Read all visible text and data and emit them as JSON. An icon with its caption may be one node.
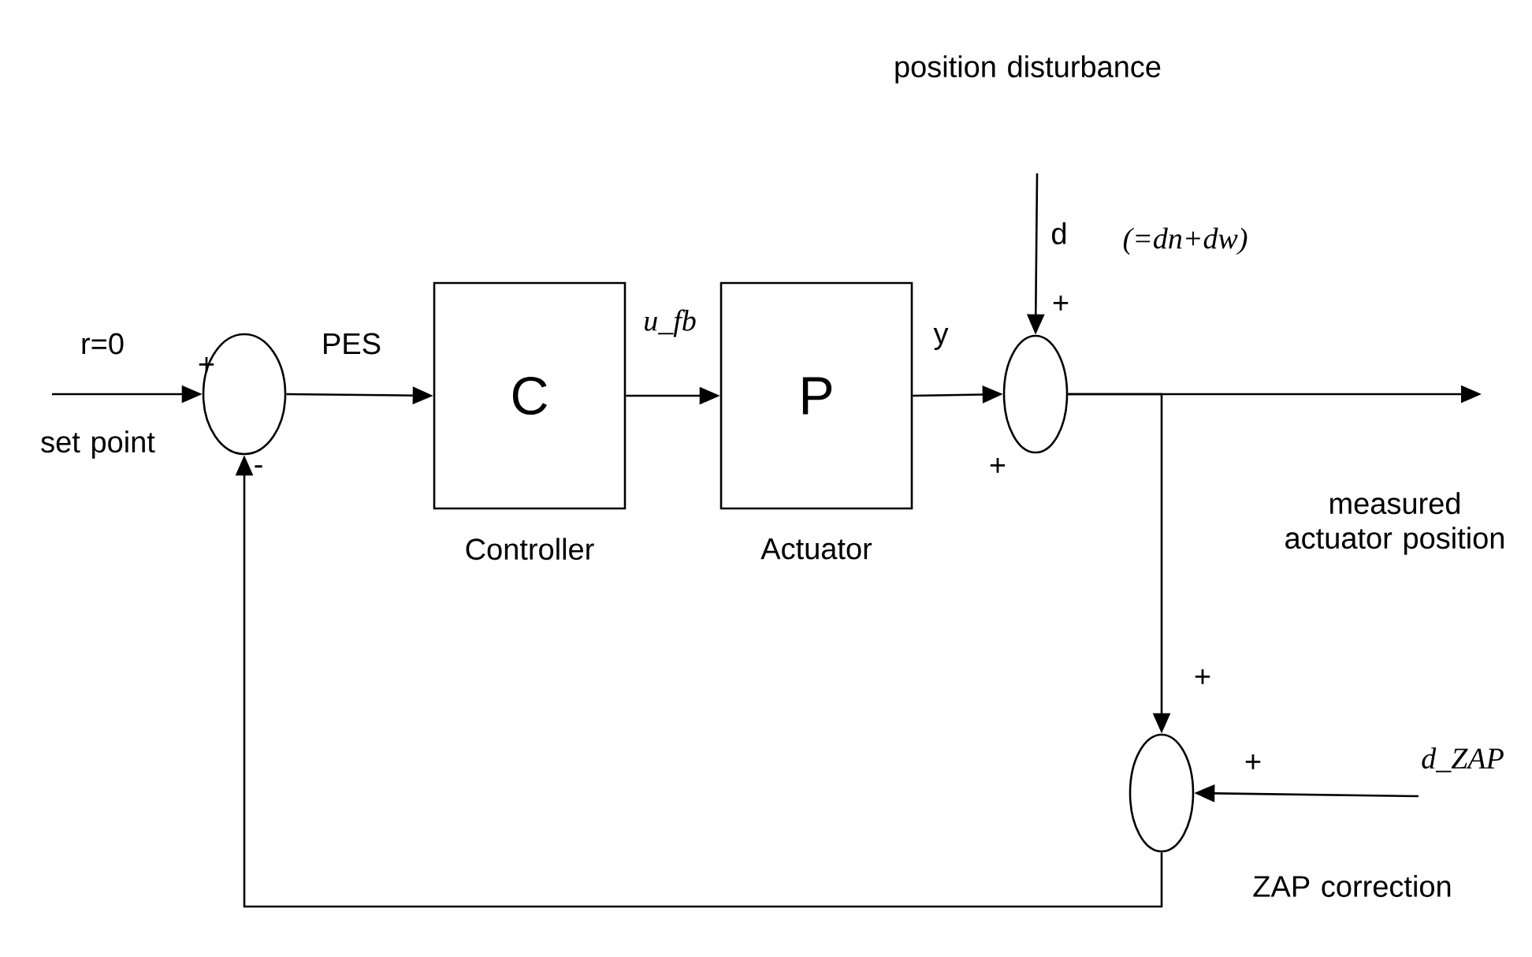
{
  "diagram": {
    "nodes": [
      {
        "text": [],
        "shape": "circle"
      },
      {
        "text": [
          "C"
        ],
        "beside": [
          "Controller"
        ]
      },
      {
        "text": [
          "P"
        ],
        "beside": [
          "Actuator"
        ]
      },
      {
        "text": [],
        "shape": "circle"
      },
      {
        "text": [],
        "shape": "circle"
      },
      {
        "text": [
          "d_ZAP"
        ]
      }
    ],
    "edges": [
      {
        "from": null,
        "to": 0,
        "arrow": "to",
        "label": "r=0"
      },
      {
        "from": 0,
        "to": 1,
        "arrow": "to",
        "label": "PES"
      },
      {
        "from": 1,
        "to": 2,
        "arrow": "to",
        "label": "u_fb"
      },
      {
        "from": 2,
        "to": 3,
        "arrow": "to",
        "label": "y"
      },
      {
        "from": null,
        "to": 3,
        "arrow": "to",
        "label": "d"
      },
      {
        "from": 3,
        "to": null,
        "arrow": "to"
      },
      {
        "from": 3,
        "to": 4,
        "arrow": "to"
      },
      {
        "from": 5,
        "to": 4,
        "arrow": "to"
      },
      {
        "from": 4,
        "to": 0,
        "arrow": "to"
      }
    ],
    "labels": [
      "position disturbance",
      "(=dn+dw)",
      "+",
      "+",
      "set point",
      "-",
      "+",
      "measured actuator position",
      "+",
      "+",
      "ZAP correction"
    ]
  }
}
